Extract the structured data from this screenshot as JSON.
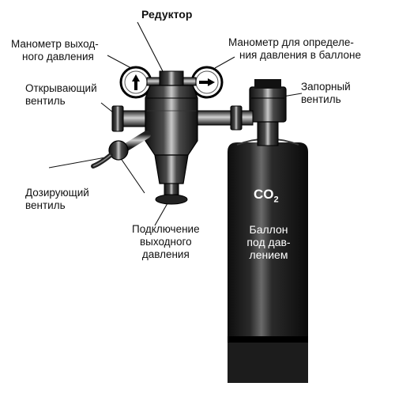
{
  "labels": {
    "reducer": "Редуктор",
    "outlet_gauge": [
      "Манометр выход-",
      "ного давления"
    ],
    "cylinder_gauge": [
      "Манометр для определе-",
      "ния давления в баллоне"
    ],
    "opening_valve": [
      "Открывающий",
      "вентиль"
    ],
    "shutoff_valve": [
      "Запорный",
      "вентиль"
    ],
    "dosing_valve": [
      "Дозирующий",
      "вентиль"
    ],
    "outlet_connection": [
      "Подключение",
      "выходного",
      "давления"
    ]
  },
  "cylinder": {
    "gas_formula_base": "CO",
    "gas_formula_sub": "2",
    "label": [
      "Баллон",
      "под дав-",
      "лением"
    ]
  },
  "colors": {
    "ink": "#111111",
    "metal_dark": "#1a1a1a",
    "metal_mid": "#555555",
    "highlight": "#bdbdbd",
    "background": "#ffffff"
  }
}
